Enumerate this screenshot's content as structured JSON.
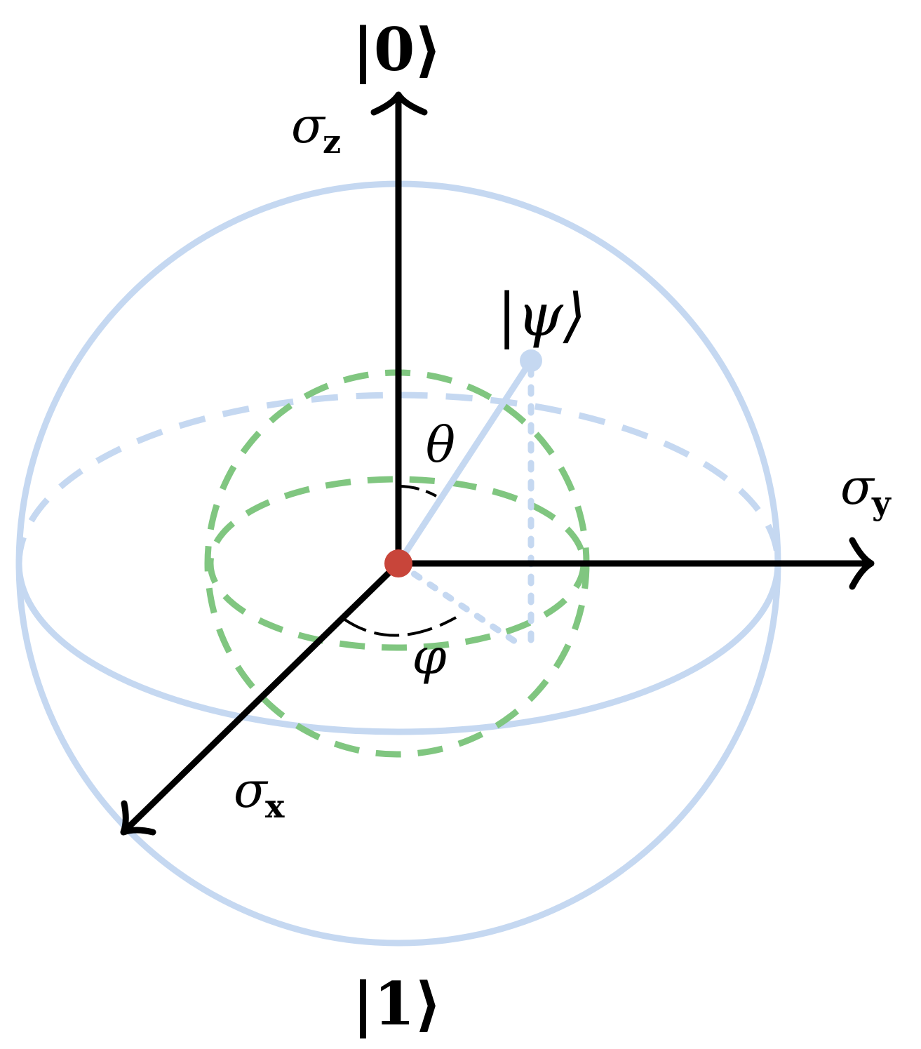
{
  "labels": {
    "ket0": "|0⟩",
    "ket1": "|1⟩",
    "psi": "|ψ⟩",
    "theta": "θ",
    "phi": "φ",
    "sigma_z": {
      "symbol": "σ",
      "sub": "z"
    },
    "sigma_y": {
      "symbol": "σ",
      "sub": "y"
    },
    "sigma_x": {
      "symbol": "σ",
      "sub": "x"
    }
  },
  "colors": {
    "sphere": "#c5d8f1",
    "latitude": "#80c680",
    "axis": "#000000",
    "origin": "#c8453a",
    "state": "#c5d8f1"
  }
}
